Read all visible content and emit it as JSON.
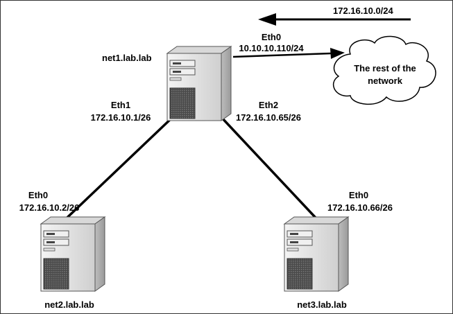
{
  "nodes": {
    "net1": {
      "hostname": "net1.lab.lab",
      "eth0": {
        "name": "Eth0",
        "ip": "10.10.10.110/24"
      },
      "eth1": {
        "name": "Eth1",
        "ip": "172.16.10.1/26"
      },
      "eth2": {
        "name": "Eth2",
        "ip": "172.16.10.65/26"
      }
    },
    "net2": {
      "hostname": "net2.lab.lab",
      "eth0": {
        "name": "Eth0",
        "ip": "172.16.10.2/26"
      }
    },
    "net3": {
      "hostname": "net3.lab.lab",
      "eth0": {
        "name": "Eth0",
        "ip": "172.16.10.66/26"
      }
    }
  },
  "cloud": {
    "line1": "The rest of the",
    "line2": "network"
  },
  "route": {
    "label": "172.16.10.0/24"
  },
  "icons": {
    "server": "tower-server-icon",
    "cloud": "cloud-icon",
    "arrow": "arrow-icon"
  },
  "colors": {
    "line": "#000000",
    "server_body": "#e6e6e6",
    "server_dark": "#555555",
    "border": "#333333"
  }
}
